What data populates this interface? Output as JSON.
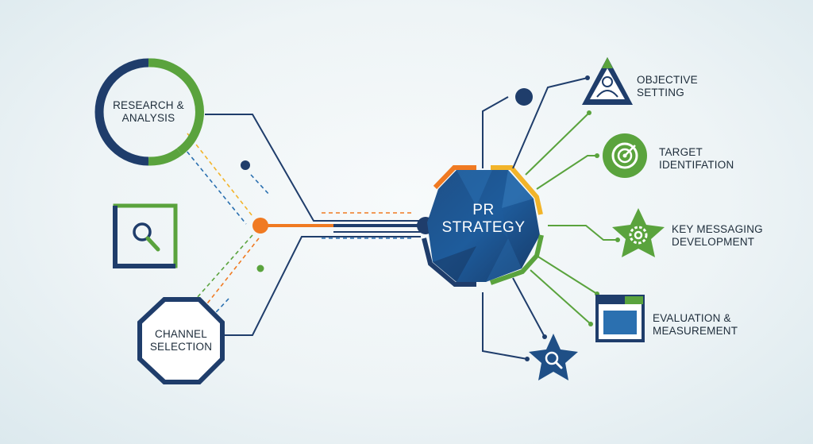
{
  "center": {
    "line1": "PR",
    "line2": "STRATEGY"
  },
  "left_nodes": {
    "research": {
      "line1": "RESEARCH &",
      "line2": "ANALYSIS"
    },
    "channel": {
      "line1": "CHANNEL",
      "line2": "SELECTION"
    }
  },
  "right_nodes": [
    {
      "line1": "OBJECTIVE",
      "line2": "SETTING",
      "icon": "person-triangle-icon"
    },
    {
      "line1": "TARGET",
      "line2": "IDENTIFATION",
      "icon": "target-icon"
    },
    {
      "line1": "KEY MESSAGING",
      "line2": "DEVELOPMENT",
      "icon": "gear-star-icon"
    },
    {
      "line1": "EVALUATION &",
      "line2": "MEASUREMENT",
      "icon": "window-icon"
    }
  ],
  "colors": {
    "navy": "#1f3d6b",
    "green": "#5aa33d",
    "orange": "#f07a22",
    "gold": "#f2b42a",
    "blue": "#2b70b0"
  }
}
